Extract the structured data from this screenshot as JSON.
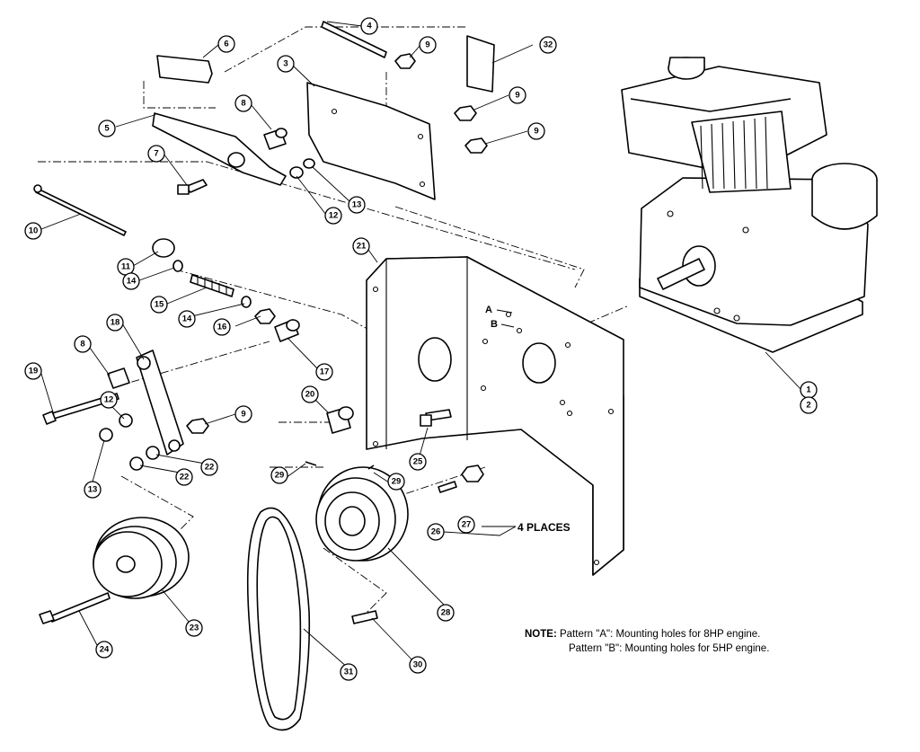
{
  "diagram": {
    "callouts": [
      "1",
      "2",
      "3",
      "4",
      "5",
      "6",
      "7",
      "8",
      "9",
      "10",
      "11",
      "12",
      "13",
      "14",
      "15",
      "16",
      "17",
      "18",
      "19",
      "20",
      "21",
      "22",
      "23",
      "24",
      "25",
      "26",
      "27",
      "28",
      "29",
      "30",
      "31",
      "32"
    ],
    "hole_labels": {
      "a": "A",
      "b": "B"
    },
    "places_label": "4 PLACES",
    "note": {
      "keyword": "NOTE:",
      "line1": "Pattern \"A\": Mounting holes for 8HP engine.",
      "line2": "Pattern \"B\": Mounting holes for 5HP engine."
    }
  }
}
